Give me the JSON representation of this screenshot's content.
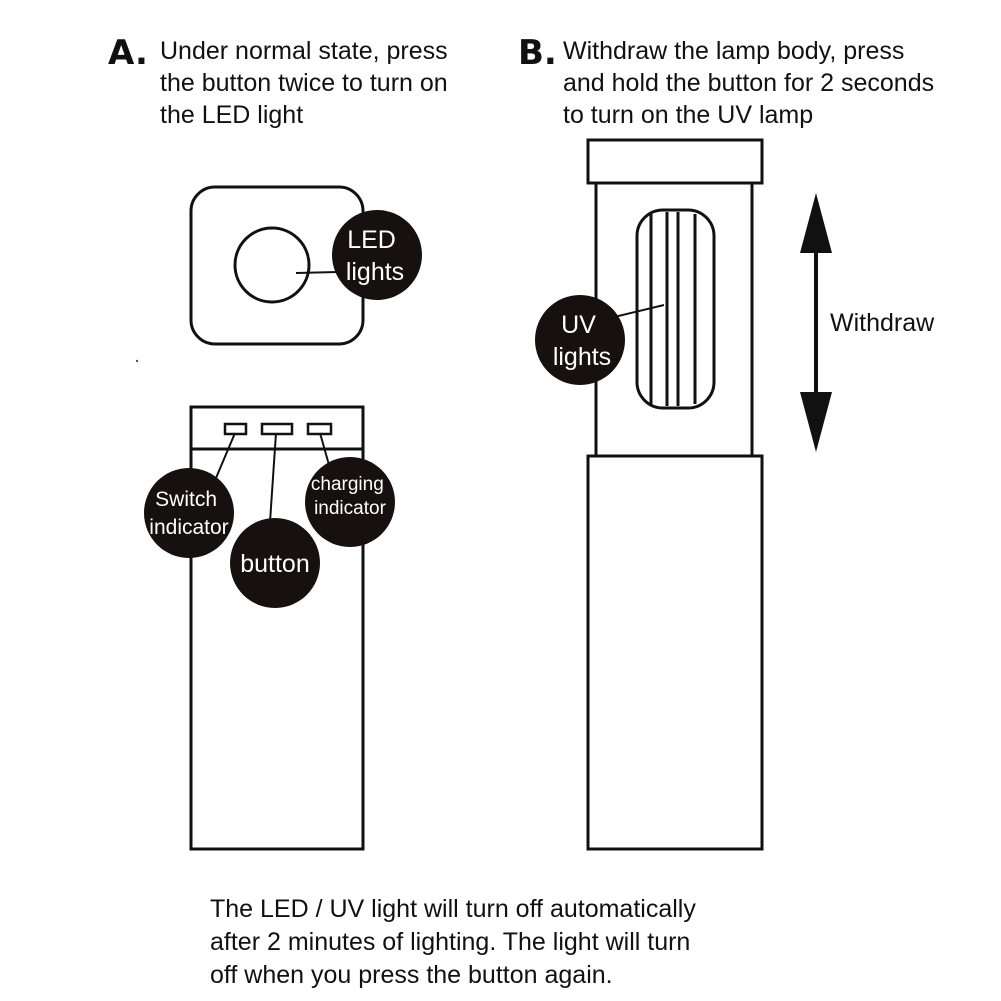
{
  "step_a": {
    "letter": "A.",
    "lines": [
      "Under normal state, press",
      "the button twice to turn on",
      "the LED light"
    ]
  },
  "step_b": {
    "letter": "B.",
    "lines": [
      "Withdraw the lamp body, press",
      "and hold the button for 2 seconds",
      "to turn on the UV lamp"
    ]
  },
  "labels": {
    "led_lights": [
      "LED",
      "lights"
    ],
    "uv_lights": [
      "UV",
      "lights"
    ],
    "switch_indicator": [
      "Switch",
      "indicator"
    ],
    "button": [
      "button"
    ],
    "charging_indicator": [
      "charging",
      "indicator"
    ],
    "withdraw": "Withdraw"
  },
  "footer": {
    "lines": [
      "The LED / UV light will turn off automatically",
      "after 2 minutes of lighting. The light will turn",
      "off when you press the button again."
    ]
  },
  "colors": {
    "line": "#111111",
    "bubble": "#161010",
    "bubble_text": "#ffffff",
    "background": "#ffffff"
  }
}
